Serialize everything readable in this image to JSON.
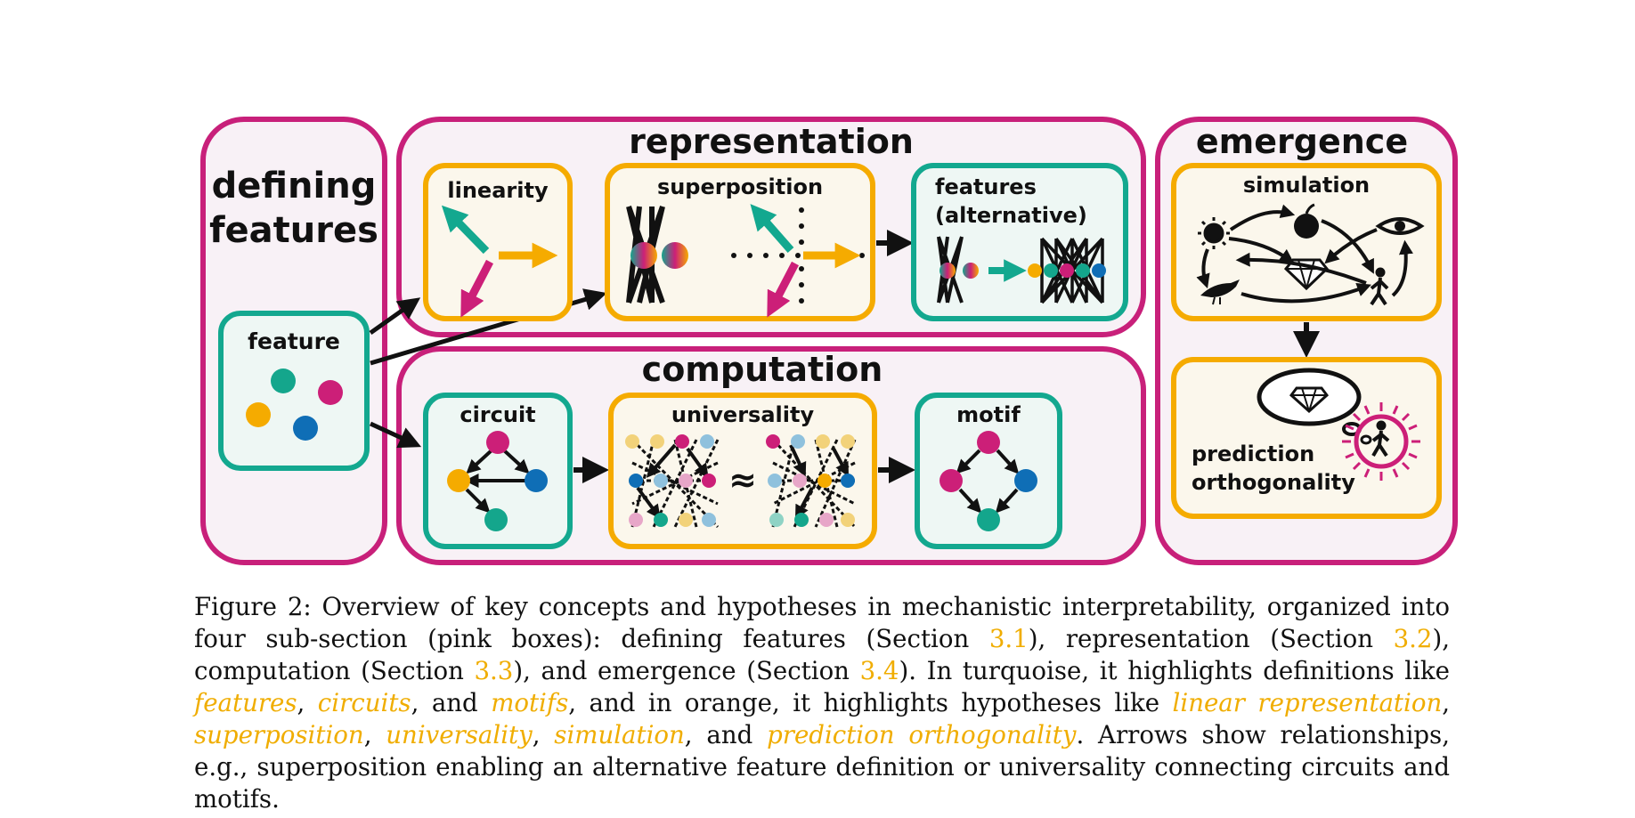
{
  "figure": {
    "sections": {
      "defining_features": {
        "title_line1": "defining",
        "title_line2": "features"
      },
      "representation": {
        "title": "representation"
      },
      "computation": {
        "title": "computation"
      },
      "emergence": {
        "title": "emergence"
      }
    },
    "boxes": {
      "feature": "feature",
      "linearity": "linearity",
      "superposition": "superposition",
      "features_alt_line1": "features",
      "features_alt_line2": "(alternative)",
      "circuit": "circuit",
      "universality": "universality",
      "motif": "motif",
      "simulation": "simulation",
      "prediction_line1": "prediction",
      "prediction_line2": "orthogonality"
    },
    "approx_symbol": "≈",
    "colors": {
      "pink_section": "#c8207a",
      "pink_fill": "#f8f1f6",
      "orange_hypothesis": "#f5ab00",
      "turquoise_definition": "#13a88f",
      "dot_teal": "#14a68c",
      "dot_magenta": "#cc1f78",
      "dot_orange": "#f5ab00",
      "dot_blue": "#0f6eb6"
    }
  },
  "caption": {
    "label": "Figure 2:",
    "p1": " Overview of key concepts and hypotheses in mechanistic interpretability, organized into four sub-section (pink boxes): defining features (Section ",
    "ref1": "3.1",
    "p2": "), representation (Section ",
    "ref2": "3.2",
    "p3": "), computation (Section ",
    "ref3": "3.3",
    "p4": "), and emergence (Section ",
    "ref4": "3.4",
    "p5": "). In turquoise, it highlights definitions like ",
    "t1": "features",
    "p6": ", ",
    "t2": "circuits",
    "p7": ", and ",
    "t3": "motifs",
    "p8": ", and in orange, it highlights hypotheses like ",
    "h1": "linear representation",
    "p9": ", ",
    "h2": "superposition",
    "p10": ", ",
    "h3": "universality",
    "p11": ", ",
    "h4": "simulation",
    "p12": ", and ",
    "h5": "prediction orthogonality",
    "p13": ". Arrows show relationships, e.g., superposition enabling an alternative feature definition or universality connecting circuits and motifs."
  }
}
